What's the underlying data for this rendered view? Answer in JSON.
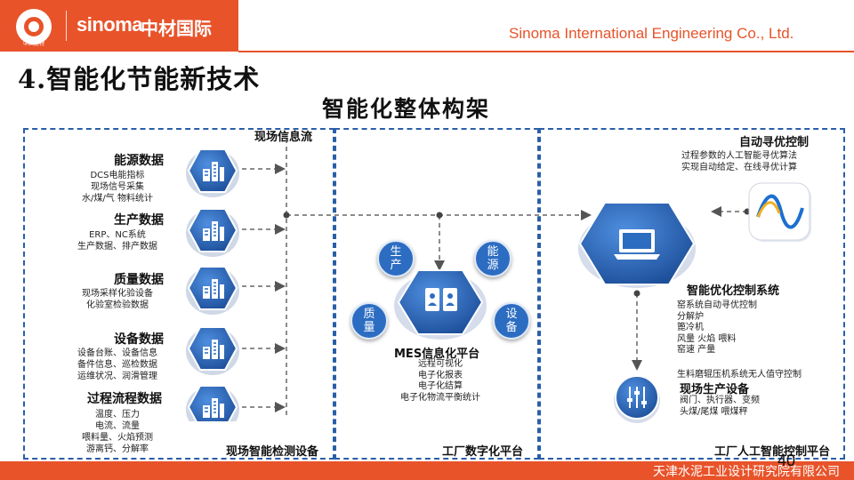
{
  "header": {
    "logo_en": "sinoma",
    "logo_cn": "中材国际",
    "logo_sub": "中国建材",
    "company": "Sinoma International Engineering Co., Ltd."
  },
  "title": "4.智能化节能新技术",
  "subtitle": "智能化整体构架",
  "left_panel": {
    "label": "现场智能检测设备",
    "flow_label": "现场信息流",
    "categories": [
      {
        "title": "能源数据",
        "lines": [
          "DCS电能指标",
          "现场信号采集",
          "水/煤/气 物料统计"
        ]
      },
      {
        "title": "生产数据",
        "lines": [
          "ERP、NC系统",
          "生产数据、排产数据"
        ]
      },
      {
        "title": "质量数据",
        "lines": [
          "现场采样化验设备",
          "化验室检验数据"
        ]
      },
      {
        "title": "设备数据",
        "lines": [
          "设备台账、设备信息",
          "备件信息、巡检数据",
          "运维状况、润滑管理"
        ]
      },
      {
        "title": "过程流程数据",
        "lines": [
          "温度、压力",
          "电流、流量",
          "喂料量、火焰预测",
          "游离钙、分解率"
        ]
      }
    ]
  },
  "middle_panel": {
    "label": "工厂数字化平台",
    "bubbles": [
      "生产",
      "能源",
      "质量",
      "设备"
    ],
    "mes_title": "MES信息化平台",
    "mes_lines": [
      "远程可视化",
      "电子化报表",
      "电子化结算",
      "电子化物流平衡统计"
    ]
  },
  "right_panel": {
    "label": "工厂人工智能控制平台",
    "auto_title": "自动寻优控制",
    "auto_lines": [
      "过程参数的人工智能寻优算法",
      "实现自动给定、在线寻优计算"
    ],
    "system_title": "智能优化控制系统",
    "system_lines": [
      "窑系统自动寻优控制",
      "分解炉",
      "篦冷机",
      "风量 火焰 喂料",
      "窑速 产量"
    ],
    "mill_line": "生料磨辊压机系统无人值守控制",
    "field_title": "现场生产设备",
    "field_lines": [
      "阀门、执行器、变频",
      "头煤/尾煤 喂煤秤"
    ]
  },
  "footer": {
    "org": "天津水泥工业设计研究院有限公司",
    "page": "40"
  },
  "colors": {
    "brand": "#e8532a",
    "frame": "#2a5ea8",
    "hex": "#2c6dc2",
    "hex_dark": "#1d4f9a"
  },
  "icons": [
    "building-chart-icon",
    "tablet-users-icon",
    "laptop-icon",
    "sine-wave-icon",
    "sliders-icon"
  ]
}
